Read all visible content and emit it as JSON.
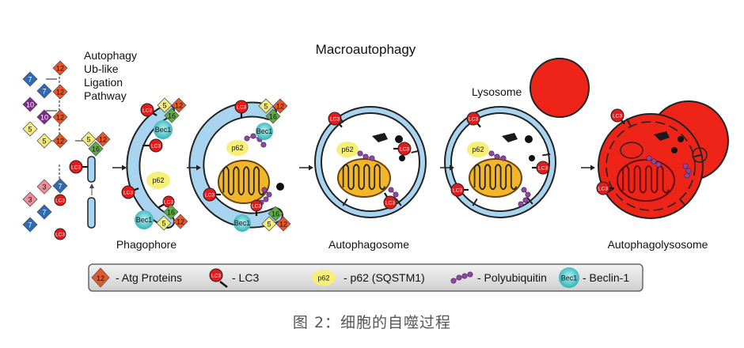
{
  "title": "Macroautophagy",
  "pathway_label": [
    "Autophagy",
    "Ub-like",
    "Ligation",
    "Pathway"
  ],
  "stages": {
    "phagophore": "Phagophore",
    "autophagosome": "Autophagosome",
    "autophagolysosome": "Autophagolysosome"
  },
  "lysosome_label": "Lysosome",
  "tags": {
    "lc3": "LC3",
    "p62": "p62",
    "bec1": "Bec1"
  },
  "atg_numbers": [
    "7",
    "12",
    "10",
    "5",
    "16",
    "3"
  ],
  "legend": {
    "atg_icon": "12",
    "atg": "- Atg Proteins",
    "lc3": "- LC3",
    "p62_icon": "p62",
    "p62": "- p62 (SQSTM1)",
    "polyub": "- Polyubiquitin",
    "bec1_icon": "Bec1",
    "bec1": "- Beclin-1"
  },
  "caption": "图 2：细胞的自噬过程",
  "colors": {
    "atg12": "#e8572a",
    "atg7": "#2d6bb5",
    "atg10": "#7b2a8c",
    "atg5": "#f4ec7c",
    "atg16": "#5fae45",
    "atg3": "#f08f97",
    "lc3": "#e8191b",
    "membrane": "#a8d4ef",
    "mitochondria": "#f3b629",
    "lysosome": "#ee2418",
    "beclin": "#4ec3c7",
    "p62": "#f6f07a",
    "polyub": "#8b4a9e"
  }
}
